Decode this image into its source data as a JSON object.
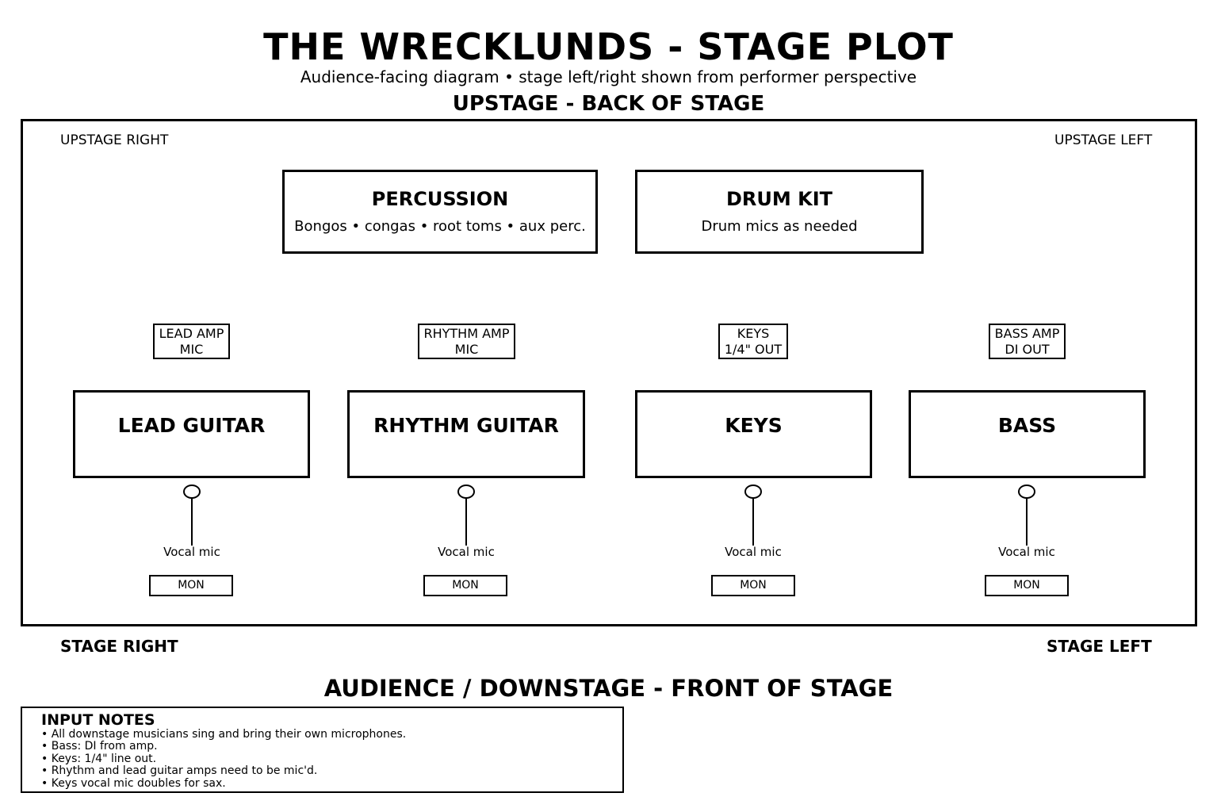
{
  "title": "THE WRECKLUNDS - STAGE PLOT",
  "subtitle": "Audience-facing diagram • stage left/right shown from performer perspective",
  "upstage_heading": "UPSTAGE - BACK OF STAGE",
  "corners": {
    "upstage_right": "UPSTAGE RIGHT",
    "upstage_left": "UPSTAGE LEFT"
  },
  "back_row": [
    {
      "label": "PERCUSSION",
      "detail": "Bongos • congas • root toms • aux perc."
    },
    {
      "label": "DRUM KIT",
      "detail": "Drum mics as needed"
    }
  ],
  "front_row": [
    {
      "label": "LEAD GUITAR",
      "source_line1": "LEAD AMP",
      "source_line2": "MIC",
      "mic": "Vocal mic",
      "monitor": "MON"
    },
    {
      "label": "RHYTHM GUITAR",
      "source_line1": "RHYTHM AMP",
      "source_line2": "MIC",
      "mic": "Vocal mic",
      "monitor": "MON"
    },
    {
      "label": "KEYS",
      "source_line1": "KEYS",
      "source_line2": "1/4\" OUT",
      "mic": "Vocal mic",
      "monitor": "MON"
    },
    {
      "label": "BASS",
      "source_line1": "BASS AMP",
      "source_line2": "DI OUT",
      "mic": "Vocal mic",
      "monitor": "MON"
    }
  ],
  "stage_right": "STAGE RIGHT",
  "stage_left": "STAGE LEFT",
  "audience_heading": "AUDIENCE / DOWNSTAGE - FRONT OF STAGE",
  "input_notes": {
    "heading": "INPUT NOTES",
    "items": [
      "• All downstage musicians sing and bring their own microphones.",
      "• Bass: DI from amp.",
      "• Keys: 1/4\" line out.",
      "• Rhythm and lead guitar amps need to be mic'd.",
      "• Keys vocal mic doubles for sax."
    ]
  },
  "icons": {
    "vocal_mic": "microphone-icon"
  }
}
